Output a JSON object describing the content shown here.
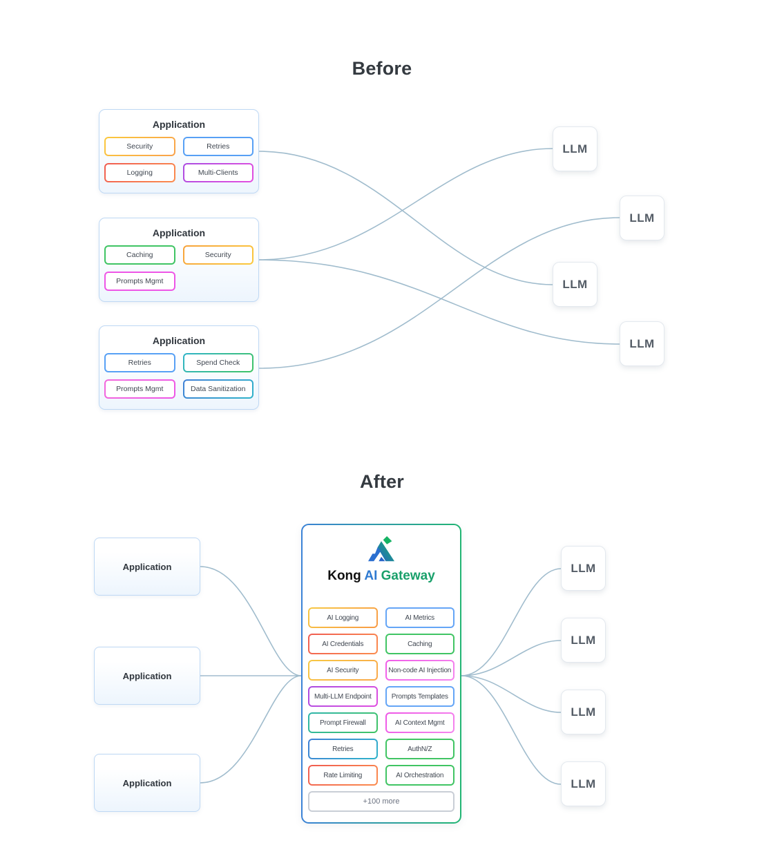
{
  "colors": {
    "connector": "#a0bccd",
    "heading": "#343a40",
    "box-border": "#bed8f4",
    "box-fill-top": "#ffffff",
    "box-fill-bottom": "#edf5fd",
    "llm-border": "#e3e8ee",
    "llm-text": "#545c66",
    "tag-text": "#3f4650",
    "kong-black": "#111111",
    "kong-blue": "#2f7ad1",
    "kong-green": "#1aa06b",
    "gw-border-start": "#3b82d6",
    "gw-border-end": "#21b573"
  },
  "before": {
    "heading": "Before",
    "llm_label": "LLM",
    "apps": [
      {
        "title": "Application",
        "tags": [
          {
            "label": "Security",
            "c1": "#fbc93d",
            "c2": "#f9a14a"
          },
          {
            "label": "Retries",
            "c1": "#57a0f5",
            "c2": "#57a0f5"
          },
          {
            "label": "Logging",
            "c1": "#f05c50",
            "c2": "#fb8c4e"
          },
          {
            "label": "Multi-Clients",
            "c1": "#aa4be0",
            "c2": "#e44fe0"
          }
        ]
      },
      {
        "title": "Application",
        "tags": [
          {
            "label": "Caching",
            "c1": "#3fc463",
            "c2": "#3fc463"
          },
          {
            "label": "Security",
            "c1": "#f7a23b",
            "c2": "#fbc93d"
          },
          {
            "label": "Prompts Mgmt",
            "c1": "#ee55e6",
            "c2": "#ee55e6"
          }
        ]
      },
      {
        "title": "Application",
        "tags": [
          {
            "label": "Retries",
            "c1": "#57a0f5",
            "c2": "#57a0f5"
          },
          {
            "label": "Spend Check",
            "c1": "#2fb3c9",
            "c2": "#3fc463"
          },
          {
            "label": "Prompts Mgmt",
            "c1": "#f268dc",
            "c2": "#ee55e6"
          },
          {
            "label": "Data Sanitization",
            "c1": "#3f7fd6",
            "c2": "#2fb3c9"
          }
        ]
      }
    ]
  },
  "after": {
    "heading": "After",
    "llm_label": "LLM",
    "apps": [
      {
        "title": "Application"
      },
      {
        "title": "Application"
      },
      {
        "title": "Application"
      }
    ],
    "gateway": {
      "brand": "Kong",
      "product_ai": "AI",
      "product_gateway": "Gateway",
      "tags": [
        {
          "label": "AI Logging",
          "c1": "#f7c843",
          "c2": "#f89a45"
        },
        {
          "label": "AI Metrics",
          "c1": "#64a5f6",
          "c2": "#64a5f6"
        },
        {
          "label": "AI Credentials",
          "c1": "#f05c50",
          "c2": "#fb8c4e"
        },
        {
          "label": "Caching",
          "c1": "#40c463",
          "c2": "#40c463"
        },
        {
          "label": "AI Security",
          "c1": "#f7c843",
          "c2": "#f9a84a"
        },
        {
          "label": "Non-code AI Injection",
          "c1": "#f05ce8",
          "c2": "#f586ee"
        },
        {
          "label": "Multi-LLM Endpoint",
          "c1": "#a94ce0",
          "c2": "#e04ee0"
        },
        {
          "label": "Prompts Templates",
          "c1": "#64a5f6",
          "c2": "#64a5f6"
        },
        {
          "label": "Prompt Firewall",
          "c1": "#2fb5ab",
          "c2": "#40c463"
        },
        {
          "label": "AI Context Mgmt",
          "c1": "#ee55e6",
          "c2": "#f586ee"
        },
        {
          "label": "Retries",
          "c1": "#3f7fd6",
          "c2": "#2fb3c9"
        },
        {
          "label": "AuthN/Z",
          "c1": "#40c463",
          "c2": "#40c463"
        },
        {
          "label": "Rate Limiting",
          "c1": "#f05c50",
          "c2": "#fb8c4e"
        },
        {
          "label": "AI Orchestration",
          "c1": "#40c463",
          "c2": "#40c463"
        }
      ],
      "more_label": "+100 more"
    }
  }
}
